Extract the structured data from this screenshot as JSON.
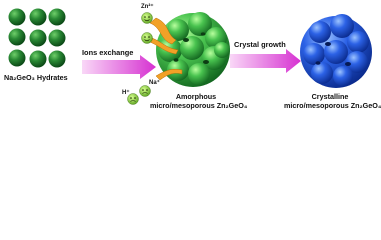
{
  "labels": {
    "hydrates": "Na₂GeO₃ Hydrates",
    "ions_exchange": "Ions exchange",
    "crystal_growth": "Crystal growth",
    "zn_ion": "Zn²⁺",
    "na_ion": "Na⁺",
    "h_ion": "H⁺",
    "amorphous_line1": "Amorphous",
    "amorphous_line2": "micro/mesoporous Zn₂GeO₄",
    "crystalline_line1": "Crystalline",
    "crystalline_line2": "micro/mesoporous Zn₂GeO₄"
  },
  "colors": {
    "sphere_green": "#1f7a2e",
    "arrow_magenta": "#dd3fd8",
    "amorphous_green": "#46c24f",
    "crystalline_blue": "#2457e0",
    "orange_ribbon": "#f2a127",
    "face_green": "#8ad23a"
  },
  "icons": {
    "ion_faces": "smiley-face-icon",
    "particles": "sphere-cluster"
  }
}
